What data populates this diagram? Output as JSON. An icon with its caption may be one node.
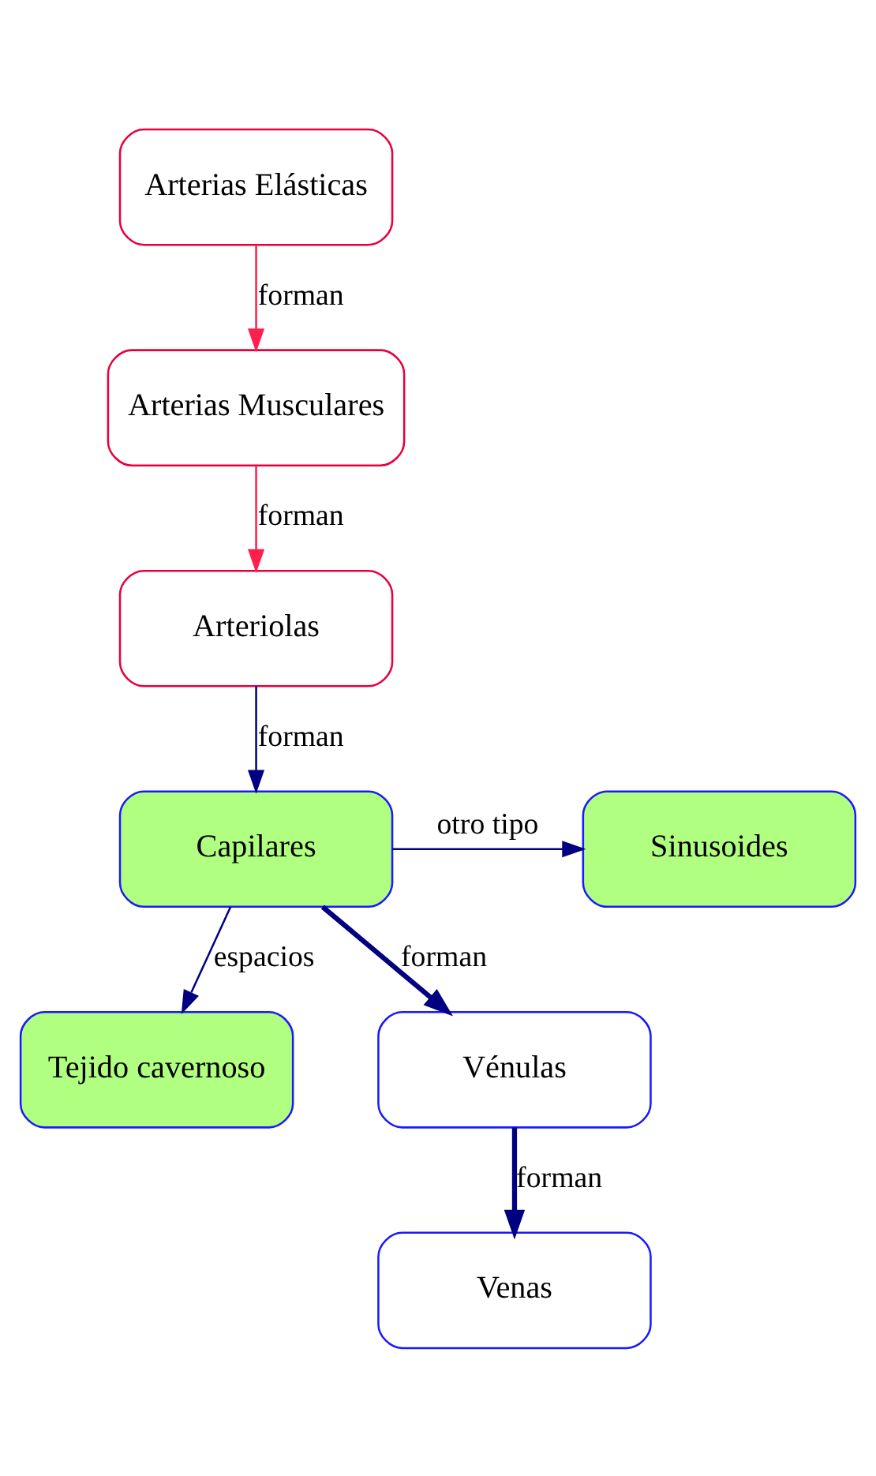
{
  "diagram": {
    "nodes": [
      {
        "text": [
          "Arterias Elásticas"
        ]
      },
      {
        "text": [
          "Arterias Musculares"
        ]
      },
      {
        "text": [
          "Arteriolas"
        ]
      },
      {
        "text": [
          "Capilares"
        ]
      },
      {
        "text": [
          "Sinusoides"
        ]
      },
      {
        "text": [
          "Tejido cavernoso"
        ]
      },
      {
        "text": [
          "Vénulas"
        ]
      },
      {
        "text": [
          "Venas"
        ]
      }
    ],
    "edges": [
      {
        "from": 0,
        "to": 1,
        "arrow": "to",
        "label": "forman",
        "color": "#ff1f4f"
      },
      {
        "from": 1,
        "to": 2,
        "arrow": "to",
        "label": "forman",
        "color": "#ff1f4f"
      },
      {
        "from": 2,
        "to": 3,
        "arrow": "to",
        "label": "forman"
      },
      {
        "from": 3,
        "to": 4,
        "arrow": "to",
        "label": "otro tipo"
      },
      {
        "from": 3,
        "to": 5,
        "arrow": "to",
        "label": "espacios"
      },
      {
        "from": 3,
        "to": 6,
        "arrow": "to",
        "label": "forman",
        "style": "thick"
      },
      {
        "from": 6,
        "to": 7,
        "arrow": "to",
        "label": "forman",
        "style": "thick"
      }
    ]
  }
}
